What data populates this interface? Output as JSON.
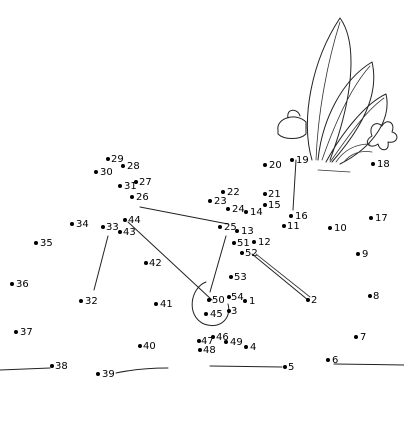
{
  "puzzle": {
    "points": [
      {
        "n": "1"
      },
      {
        "n": "2"
      },
      {
        "n": "3"
      },
      {
        "n": "4"
      },
      {
        "n": "5"
      },
      {
        "n": "6"
      },
      {
        "n": "7"
      },
      {
        "n": "8"
      },
      {
        "n": "9"
      },
      {
        "n": "10"
      },
      {
        "n": "11"
      },
      {
        "n": "12"
      },
      {
        "n": "13"
      },
      {
        "n": "14"
      },
      {
        "n": "15"
      },
      {
        "n": "16"
      },
      {
        "n": "17"
      },
      {
        "n": "18"
      },
      {
        "n": "19"
      },
      {
        "n": "20"
      },
      {
        "n": "21"
      },
      {
        "n": "22"
      },
      {
        "n": "23"
      },
      {
        "n": "24"
      },
      {
        "n": "25"
      },
      {
        "n": "26"
      },
      {
        "n": "27"
      },
      {
        "n": "28"
      },
      {
        "n": "29"
      },
      {
        "n": "30"
      },
      {
        "n": "31"
      },
      {
        "n": "32"
      },
      {
        "n": "33"
      },
      {
        "n": "34"
      },
      {
        "n": "35"
      },
      {
        "n": "36"
      },
      {
        "n": "37"
      },
      {
        "n": "38"
      },
      {
        "n": "39"
      },
      {
        "n": "40"
      },
      {
        "n": "41"
      },
      {
        "n": "42"
      },
      {
        "n": "43"
      },
      {
        "n": "44"
      },
      {
        "n": "45"
      },
      {
        "n": "46"
      },
      {
        "n": "47"
      },
      {
        "n": "48"
      },
      {
        "n": "49"
      },
      {
        "n": "50"
      },
      {
        "n": "51"
      },
      {
        "n": "52"
      },
      {
        "n": "53"
      },
      {
        "n": "54"
      }
    ]
  },
  "colors": {
    "ink": "#000000",
    "paper": "#ffffff"
  }
}
